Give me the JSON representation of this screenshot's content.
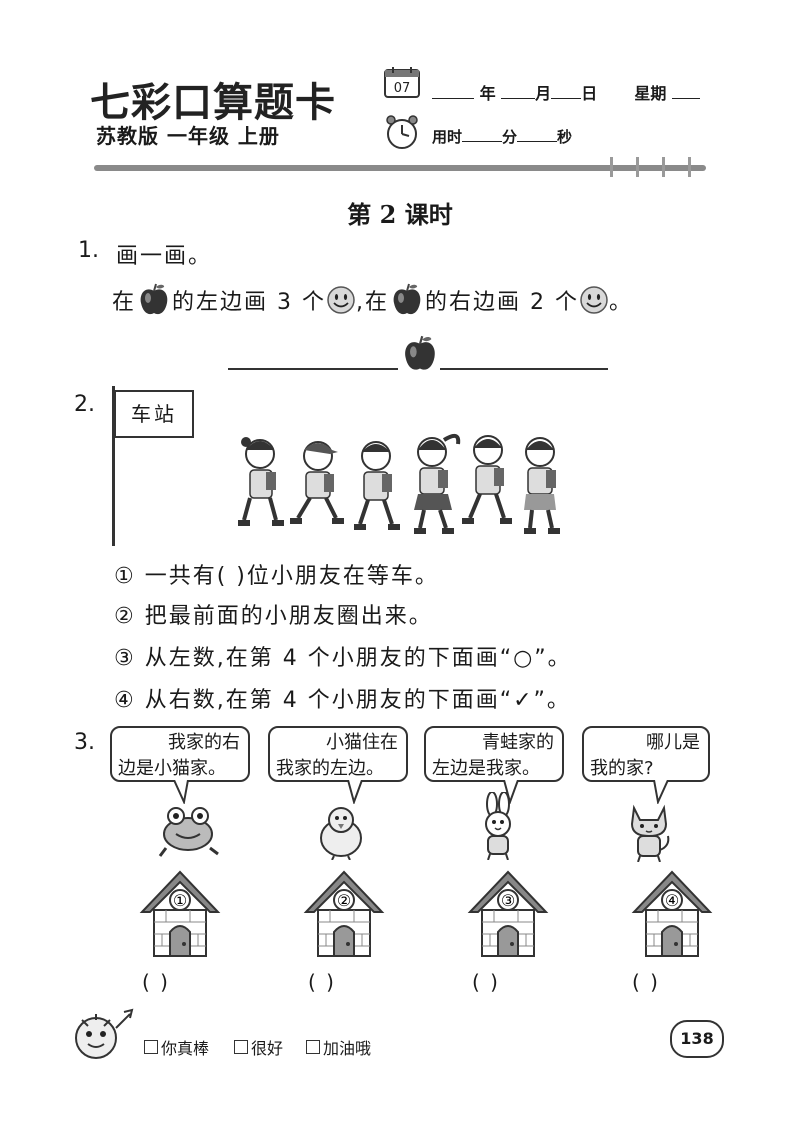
{
  "header": {
    "brand": "七彩口算题卡",
    "edition": "苏教版  一年级  上册",
    "calendar_day": "07",
    "date_year": "年",
    "date_month": "月",
    "date_day": "日",
    "date_weekday": "星期",
    "time_used": "用时",
    "time_minutes": "分",
    "time_seconds": "秒"
  },
  "lesson_title": "第 2 课时",
  "q1": {
    "num": "1.",
    "title": "画一画。",
    "part_a": "在",
    "part_b": "的左边画 3 个",
    "part_c": ",在",
    "part_d": "的右边画 2 个",
    "part_e": "。"
  },
  "q2": {
    "num": "2.",
    "sign": "车站",
    "items": [
      "① 一共有(      )位小朋友在等车。",
      "② 把最前面的小朋友圈出来。",
      "③ 从左数,在第 4 个小朋友的下面画“○”。",
      "④ 从右数,在第 4 个小朋友的下面画“✓”。"
    ]
  },
  "q3": {
    "num": "3.",
    "bubbles": [
      {
        "l1": "我家的右",
        "l2": "边是小猫家。"
      },
      {
        "l1": "小猫住在",
        "l2": "我家的左边。"
      },
      {
        "l1": "青蛙家的",
        "l2": "左边是我家。"
      },
      {
        "l1": "哪儿是",
        "l2": "我的家?"
      }
    ],
    "animals": [
      "frog",
      "chick",
      "rabbit",
      "cat"
    ],
    "houses": [
      "①",
      "②",
      "③",
      "④"
    ],
    "answer_slot": "(      )"
  },
  "footer": {
    "options": [
      "你真棒",
      "很好",
      "加油哦"
    ],
    "page_number": "138"
  }
}
